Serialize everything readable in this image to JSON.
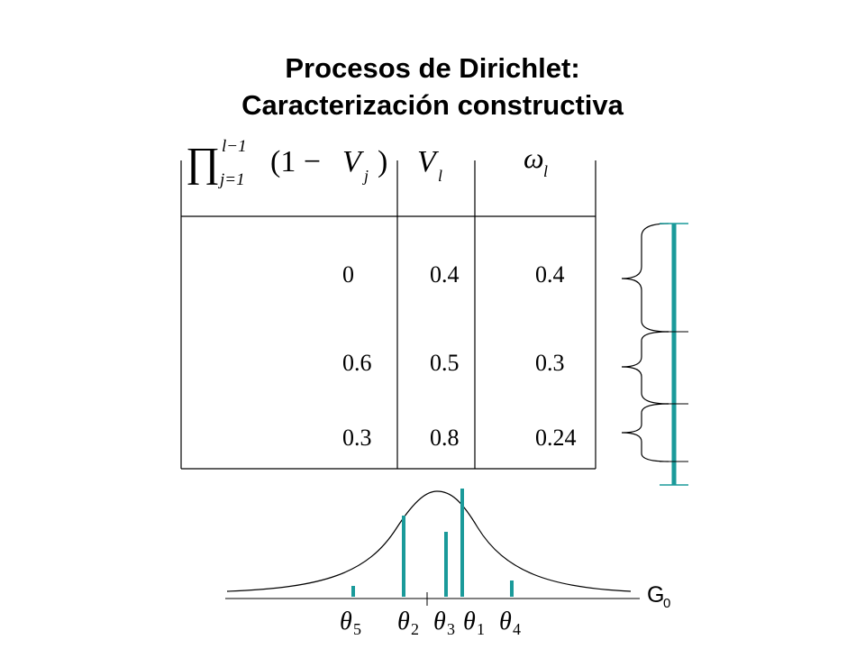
{
  "slide": {
    "title_line1": "Procesos de Dirichlet:",
    "title_line2": "Caracterización constructiva"
  },
  "table": {
    "headers": {
      "col1": {
        "prod": "∏",
        "upper": "l−1",
        "lower": "j=1",
        "open": "(1 − ",
        "var": "V",
        "sub": "j",
        "close": ")"
      },
      "col2": {
        "var": "V",
        "sub": "l"
      },
      "col3": {
        "var": "ω",
        "sub": "l"
      }
    },
    "rows": [
      [
        "0",
        "0.4",
        "0.4"
      ],
      [
        "0.6",
        "0.5",
        "0.3"
      ],
      [
        "0.3",
        "0.8",
        "0.24"
      ]
    ]
  },
  "diagram": {
    "accent_color": "#1a9a9a",
    "base_measure_label": "G",
    "base_measure_sub": "0",
    "theta_labels": [
      {
        "sym": "θ",
        "sub": "5"
      },
      {
        "sym": "θ",
        "sub": "2"
      },
      {
        "sym": "θ",
        "sub": "3"
      },
      {
        "sym": "θ",
        "sub": "1"
      },
      {
        "sym": "θ",
        "sub": "4"
      }
    ],
    "atom_weights": {
      "theta1": 0.4,
      "theta2": 0.3,
      "theta3": 0.24,
      "theta4": 0.06,
      "theta5": 0.04
    }
  }
}
